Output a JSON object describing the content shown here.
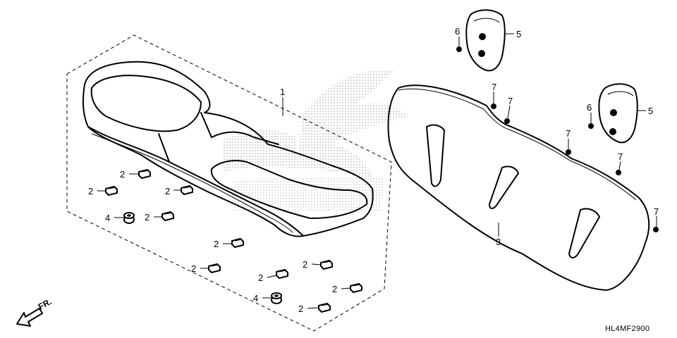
{
  "callouts": {
    "seat": "1",
    "clip": "2",
    "seatback": "3",
    "grommet": "4",
    "headrest": "5",
    "headrest_bolt": "6",
    "bolt": "7"
  },
  "diagram_code": "HL4MF2900",
  "front_label": "FR."
}
